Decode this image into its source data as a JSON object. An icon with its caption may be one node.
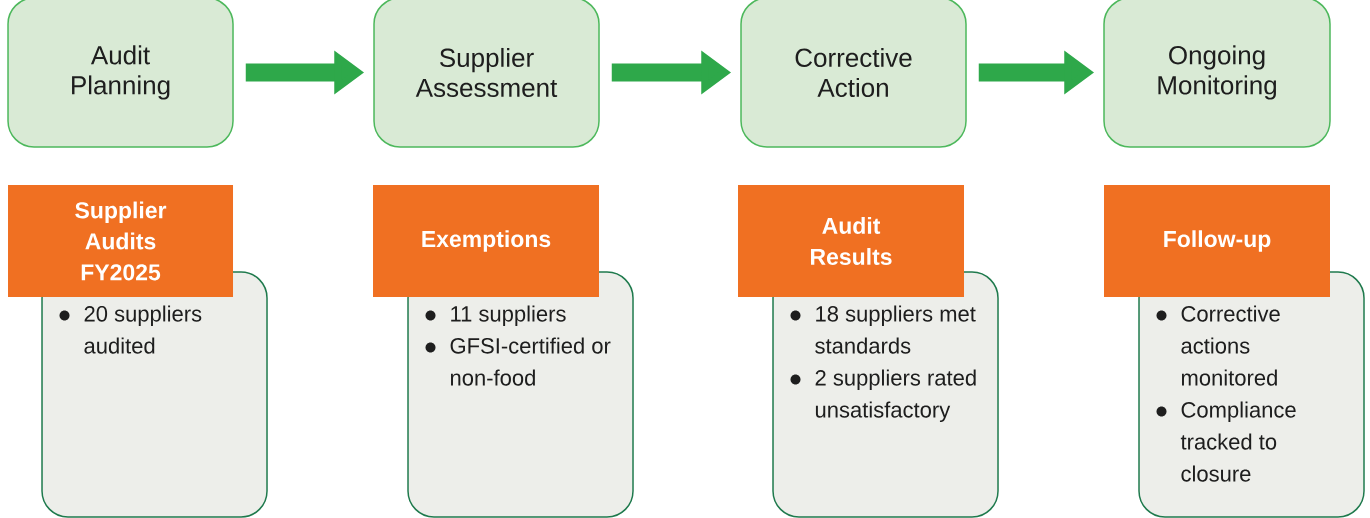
{
  "diagram": {
    "nodes": [
      {
        "text": [
          "Audit Planning"
        ]
      },
      {
        "text": [
          "Supplier Assessment"
        ]
      },
      {
        "text": [
          "Corrective Action"
        ]
      },
      {
        "text": [
          "Ongoing Monitoring"
        ]
      },
      {
        "text": [
          "Supplier Audits FY2025"
        ]
      },
      {
        "text": [
          "20 suppliers audited"
        ]
      },
      {
        "text": [
          "Exemptions"
        ]
      },
      {
        "text": [
          "11 suppliers",
          "GFSI-certified or non-food"
        ]
      },
      {
        "text": [
          "Audit Results"
        ]
      },
      {
        "text": [
          "18 suppliers met standards",
          "2 suppliers rated unsatisfactory"
        ]
      },
      {
        "text": [
          "Follow-up"
        ]
      },
      {
        "text": [
          "Corrective actions monitored",
          "Compliance tracked to closure"
        ]
      }
    ],
    "edges": [
      {
        "from": 0,
        "to": 1,
        "arrow": "to"
      },
      {
        "from": 1,
        "to": 2,
        "arrow": "to"
      },
      {
        "from": 2,
        "to": 3,
        "arrow": "to"
      }
    ]
  }
}
